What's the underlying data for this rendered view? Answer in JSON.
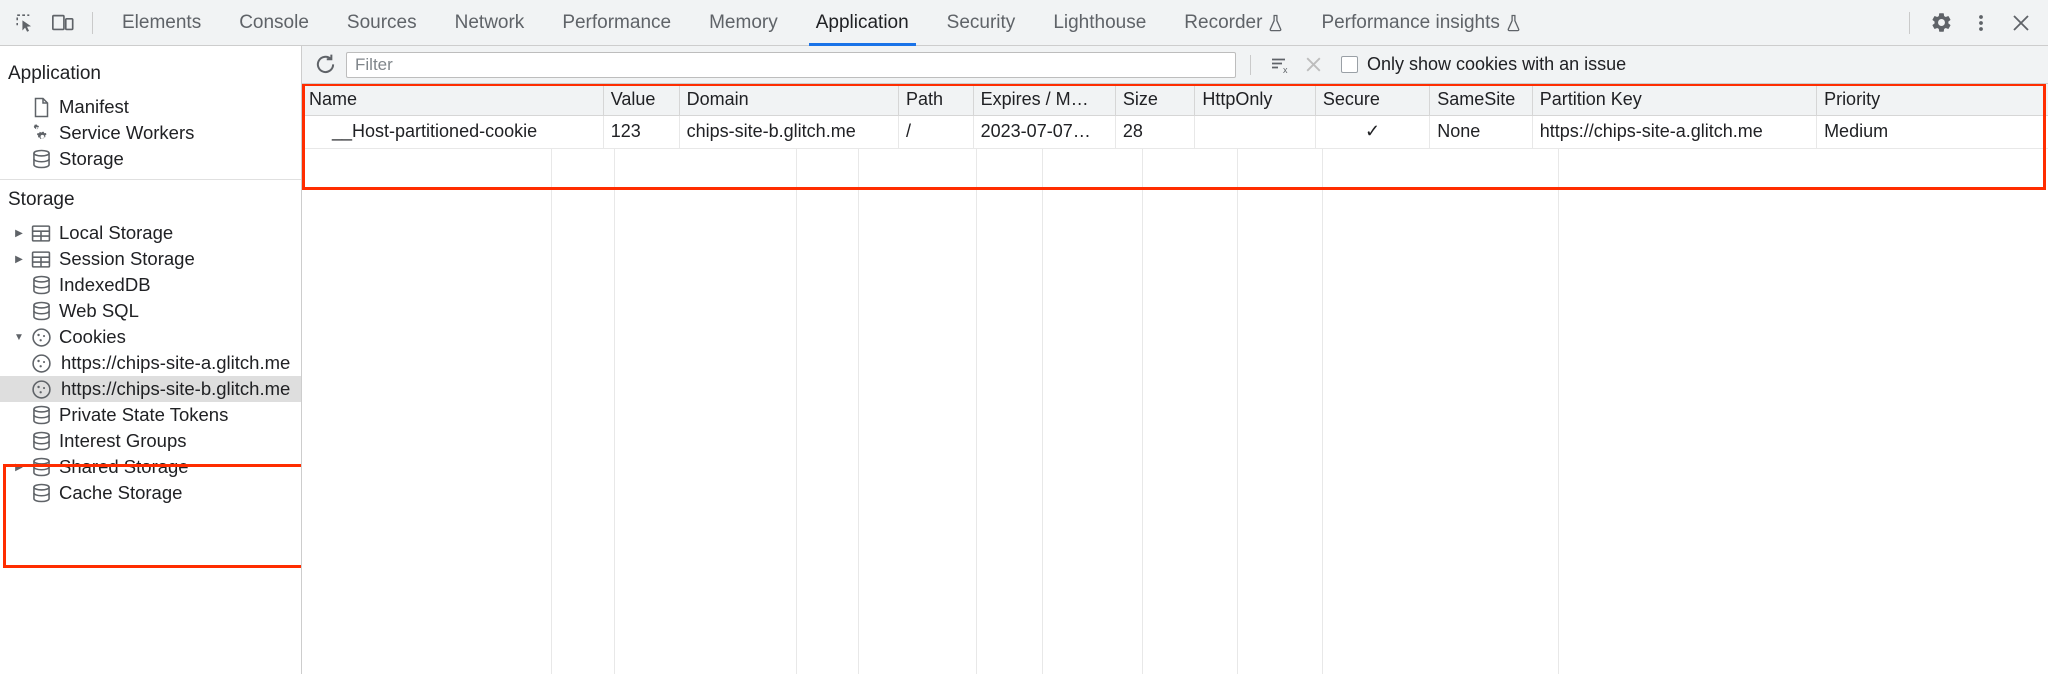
{
  "toolbar": {
    "inspect_icon": "inspect-element-icon",
    "device_icon": "device-toolbar-icon",
    "tabs": [
      {
        "label": "Elements",
        "active": false,
        "experimental": false
      },
      {
        "label": "Console",
        "active": false,
        "experimental": false
      },
      {
        "label": "Sources",
        "active": false,
        "experimental": false
      },
      {
        "label": "Network",
        "active": false,
        "experimental": false
      },
      {
        "label": "Performance",
        "active": false,
        "experimental": false
      },
      {
        "label": "Memory",
        "active": false,
        "experimental": false
      },
      {
        "label": "Application",
        "active": true,
        "experimental": false
      },
      {
        "label": "Security",
        "active": false,
        "experimental": false
      },
      {
        "label": "Lighthouse",
        "active": false,
        "experimental": false
      },
      {
        "label": "Recorder",
        "active": false,
        "experimental": true
      },
      {
        "label": "Performance insights",
        "active": false,
        "experimental": true
      }
    ],
    "settings_icon": "gear-icon",
    "more_icon": "more-options-icon",
    "close_icon": "close-icon"
  },
  "sidebar": {
    "application": {
      "title": "Application",
      "items": [
        {
          "label": "Manifest",
          "icon": "manifest-document-icon",
          "twisty": false,
          "selected": false
        },
        {
          "label": "Service Workers",
          "icon": "service-workers-gears-icon",
          "twisty": false,
          "selected": false
        },
        {
          "label": "Storage",
          "icon": "database-icon",
          "twisty": false,
          "selected": false
        }
      ]
    },
    "storage": {
      "title": "Storage",
      "items": [
        {
          "label": "Local Storage",
          "icon": "table-grid-icon",
          "twisty": "collapsed",
          "selected": false,
          "depth": 1
        },
        {
          "label": "Session Storage",
          "icon": "table-grid-icon",
          "twisty": "collapsed",
          "selected": false,
          "depth": 1
        },
        {
          "label": "IndexedDB",
          "icon": "database-icon",
          "twisty": false,
          "selected": false,
          "depth": 1
        },
        {
          "label": "Web SQL",
          "icon": "database-icon",
          "twisty": false,
          "selected": false,
          "depth": 1
        },
        {
          "label": "Cookies",
          "icon": "cookie-icon",
          "twisty": "expanded",
          "selected": false,
          "depth": 1
        },
        {
          "label": "https://chips-site-a.glitch.me",
          "icon": "cookie-icon",
          "twisty": false,
          "selected": false,
          "depth": 2
        },
        {
          "label": "https://chips-site-b.glitch.me",
          "icon": "cookie-icon",
          "twisty": false,
          "selected": true,
          "depth": 2
        },
        {
          "label": "Private State Tokens",
          "icon": "database-icon",
          "twisty": false,
          "selected": false,
          "depth": 1
        },
        {
          "label": "Interest Groups",
          "icon": "database-icon",
          "twisty": false,
          "selected": false,
          "depth": 1
        },
        {
          "label": "Shared Storage",
          "icon": "database-icon",
          "twisty": "collapsed",
          "selected": false,
          "depth": 1
        },
        {
          "label": "Cache Storage",
          "icon": "database-icon",
          "twisty": false,
          "selected": false,
          "depth": 1
        }
      ]
    }
  },
  "filter_bar": {
    "refresh_icon": "refresh-icon",
    "filter_placeholder": "Filter",
    "filter_value": "",
    "clear_filtered_icon": "clear-filtered-cookies-icon",
    "clear_all_icon": "clear-all-cookies-icon",
    "checkbox_label": "Only show cookies with an issue",
    "checkbox_checked": false
  },
  "cookies_table": {
    "columns": [
      "Name",
      "Value",
      "Domain",
      "Path",
      "Expires / M…",
      "Size",
      "HttpOnly",
      "Secure",
      "SameSite",
      "Partition Key",
      "Priority"
    ],
    "rows": [
      {
        "Name": "__Host-partitioned-cookie",
        "Value": "123",
        "Domain": "chips-site-b.glitch.me",
        "Path": "/",
        "Expires / M…": "2023-07-07…",
        "Size": "28",
        "HttpOnly": "",
        "Secure": "✓",
        "SameSite": "None",
        "Partition Key": "https://chips-site-a.glitch.me",
        "Priority": "Medium"
      }
    ]
  },
  "highlights": {
    "color": "#ff2d00",
    "regions": [
      "cookies-sidebar-group",
      "cookies-table-header-and-row"
    ]
  }
}
